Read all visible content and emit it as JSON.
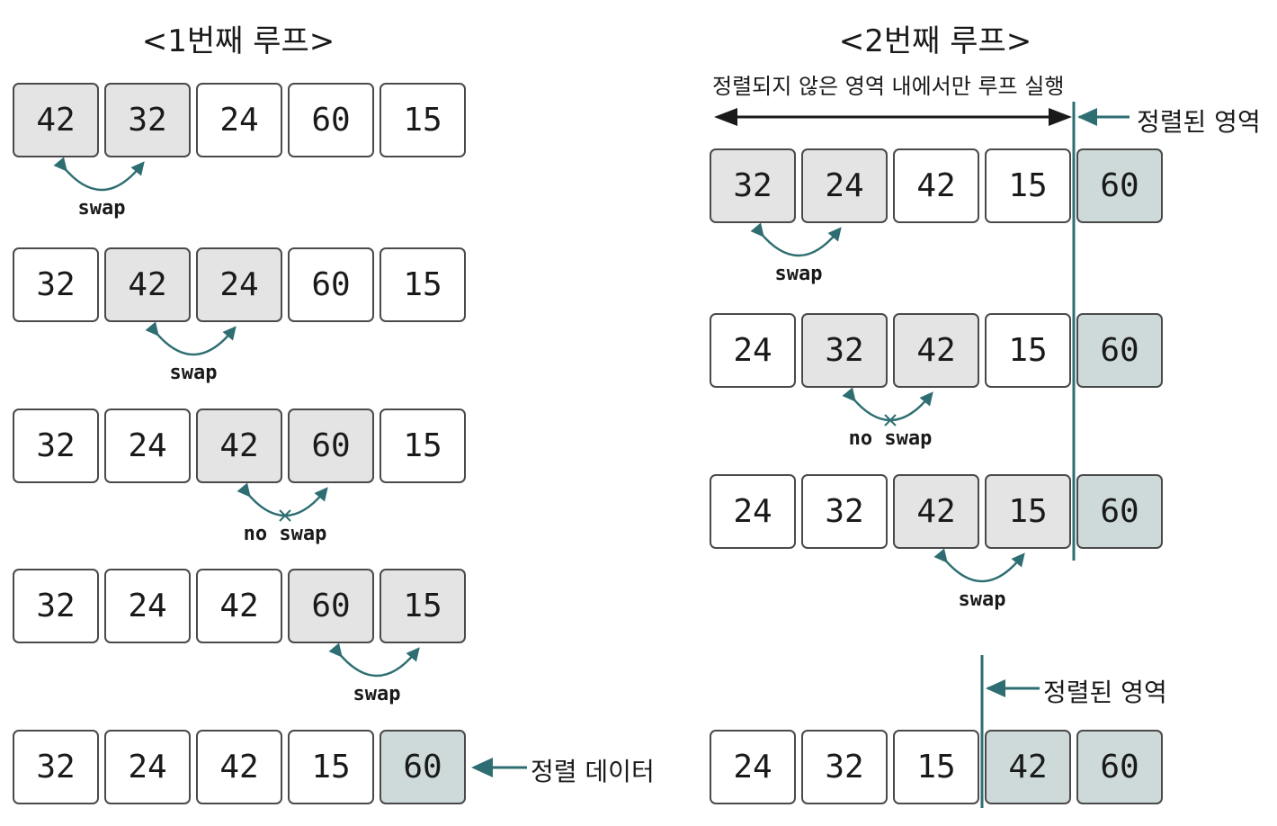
{
  "colors": {
    "teal": "#2e6e72",
    "compare_fill": "#e4e4e4",
    "sorted_fill": "#cddad9",
    "border": "#4a4a4a"
  },
  "loop1": {
    "title": "<1번째 루프>",
    "rows": [
      {
        "values": [
          "42",
          "32",
          "24",
          "60",
          "15"
        ],
        "states": [
          "cmp",
          "cmp",
          "",
          "",
          ""
        ],
        "arc_pair": [
          0,
          1
        ],
        "label": "swap",
        "no_swap": false
      },
      {
        "values": [
          "32",
          "42",
          "24",
          "60",
          "15"
        ],
        "states": [
          "",
          "cmp",
          "cmp",
          "",
          ""
        ],
        "arc_pair": [
          1,
          2
        ],
        "label": "swap",
        "no_swap": false
      },
      {
        "values": [
          "32",
          "24",
          "42",
          "60",
          "15"
        ],
        "states": [
          "",
          "",
          "cmp",
          "cmp",
          ""
        ],
        "arc_pair": [
          2,
          3
        ],
        "label": "no swap",
        "no_swap": true
      },
      {
        "values": [
          "32",
          "24",
          "42",
          "60",
          "15"
        ],
        "states": [
          "",
          "",
          "",
          "cmp",
          "cmp"
        ],
        "arc_pair": [
          3,
          4
        ],
        "label": "swap",
        "no_swap": false
      },
      {
        "values": [
          "32",
          "24",
          "42",
          "15",
          "60"
        ],
        "states": [
          "",
          "",
          "",
          "",
          "sorted"
        ],
        "arc_pair": null,
        "label": "",
        "no_swap": false
      }
    ],
    "sorted_note": "정렬 데이터"
  },
  "loop2": {
    "title": "<2번째 루프>",
    "range_caption": "정렬되지 않은 영역 내에서만 루프 실행",
    "sorted_area_label": "정렬된 영역",
    "rows": [
      {
        "values": [
          "32",
          "24",
          "42",
          "15",
          "60"
        ],
        "states": [
          "cmp",
          "cmp",
          "",
          "",
          "sorted"
        ],
        "arc_pair": [
          0,
          1
        ],
        "label": "swap",
        "no_swap": false
      },
      {
        "values": [
          "24",
          "32",
          "42",
          "15",
          "60"
        ],
        "states": [
          "",
          "cmp",
          "cmp",
          "",
          "sorted"
        ],
        "arc_pair": [
          1,
          2
        ],
        "label": "no swap",
        "no_swap": true
      },
      {
        "values": [
          "24",
          "32",
          "42",
          "15",
          "60"
        ],
        "states": [
          "",
          "",
          "cmp",
          "cmp",
          "sorted"
        ],
        "arc_pair": [
          2,
          3
        ],
        "label": "swap",
        "no_swap": false
      }
    ],
    "result": {
      "values": [
        "24",
        "32",
        "15",
        "42",
        "60"
      ],
      "states": [
        "",
        "",
        "",
        "sorted",
        "sorted"
      ],
      "sorted_area_label": "정렬된 영역"
    }
  }
}
